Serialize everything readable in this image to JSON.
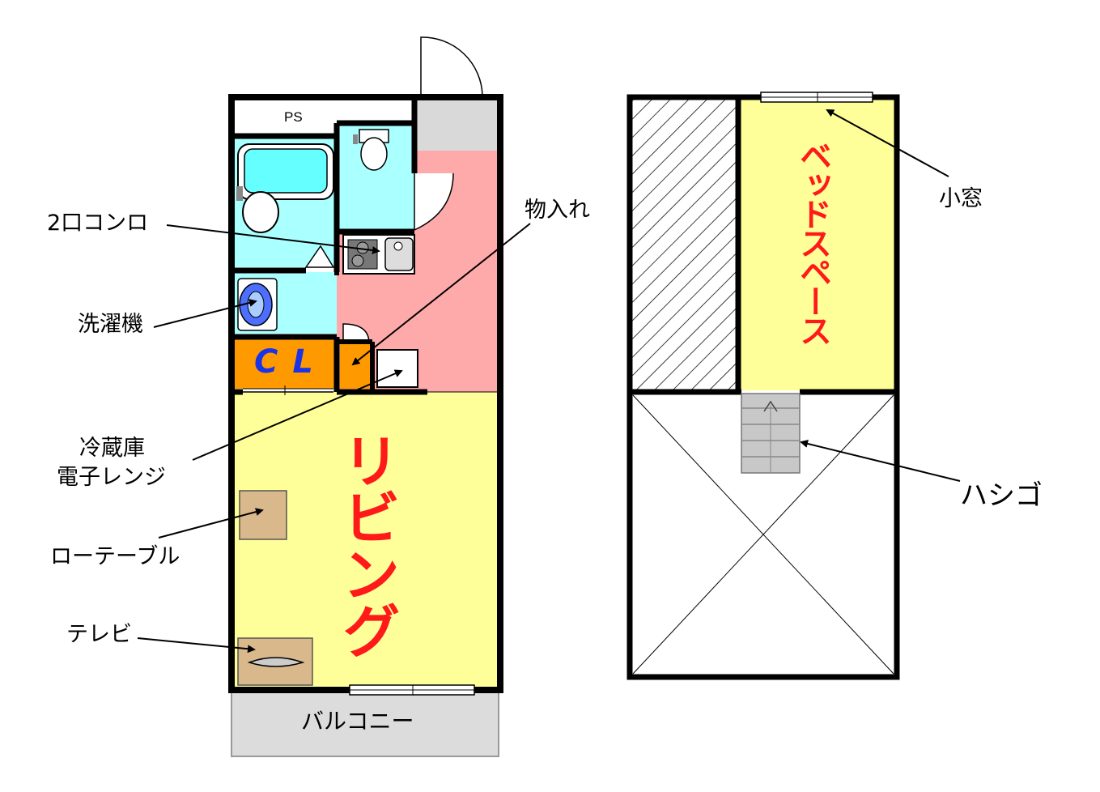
{
  "rooms": {
    "living": "リビング",
    "bed_space": "ベッドスペース",
    "closet": "CL",
    "pipe_space": "PS",
    "balcony": "バルコニー"
  },
  "callouts": {
    "stove": "2口コンロ",
    "storage": "物入れ",
    "washer": "洗濯機",
    "fridge_line1": "冷蔵庫",
    "fridge_line2": "電子レンジ",
    "low_table": "ローテーブル",
    "tv": "テレビ",
    "small_window": "小窓",
    "ladder": "ハシゴ"
  },
  "colors": {
    "living_floor": "#ffff99",
    "wet_area": "#aaffff",
    "entrance_floor": "#ffaaaa",
    "closet": "#ff9900",
    "furniture": "#d9b98c",
    "room_label": "#ff1a1a",
    "closet_label": "#1a33e6",
    "wall": "#000000",
    "balcony": "#dcdcdc"
  }
}
